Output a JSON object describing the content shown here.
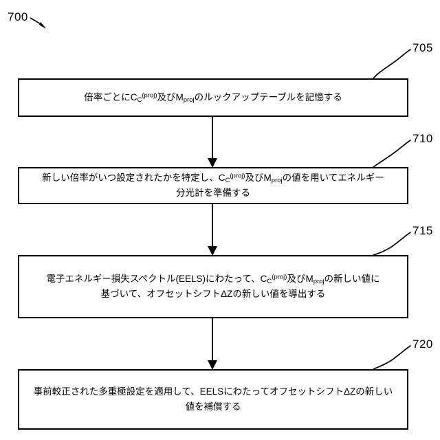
{
  "figure": {
    "number": "700",
    "type": "patent-flowchart",
    "language": "ja"
  },
  "steps": [
    {
      "ref": "705",
      "lines": [
        {
          "parts": [
            {
              "t": "text",
              "v": "倍率ごとにC"
            },
            {
              "t": "sub",
              "v": "C"
            },
            {
              "t": "sup",
              "v": "(proj)"
            },
            {
              "t": "text",
              "v": "及びM"
            },
            {
              "t": "sub",
              "v": "proj"
            },
            {
              "t": "text",
              "v": "のルックアップテーブルを記憶する"
            }
          ]
        }
      ],
      "plain": "倍率ごとにCC(proj)及びMprojのルックアップテーブルを記憶する"
    },
    {
      "ref": "710",
      "lines": [
        {
          "parts": [
            {
              "t": "text",
              "v": "新しい倍率がいつ設定されたかを特定し、C"
            },
            {
              "t": "sub",
              "v": "C"
            },
            {
              "t": "sup",
              "v": "(proj)"
            },
            {
              "t": "text",
              "v": "及びM"
            },
            {
              "t": "sub",
              "v": "proj"
            },
            {
              "t": "text",
              "v": "の値を用いてエネルギー"
            }
          ]
        },
        {
          "parts": [
            {
              "t": "text",
              "v": "分光計を準備する"
            }
          ]
        }
      ],
      "plain": "新しい倍率がいつ設定されたかを特定し、CC(proj)及びMprojの値を用いてエネルギー分光計を準備する"
    },
    {
      "ref": "715",
      "lines": [
        {
          "parts": [
            {
              "t": "text",
              "v": "電子エネルギー損失スペクトル(EELS)にわたって、C"
            },
            {
              "t": "sub",
              "v": "C"
            },
            {
              "t": "sup",
              "v": "(proj)"
            },
            {
              "t": "text",
              "v": "及びM"
            },
            {
              "t": "sub",
              "v": "proj"
            },
            {
              "t": "text",
              "v": "の新しい値に"
            }
          ]
        },
        {
          "parts": [
            {
              "t": "text",
              "v": "基づいて、オフセットシフトΔZの新しい値を導出する"
            }
          ]
        }
      ],
      "plain": "電子エネルギー損失スペクトル(EELS)にわたって、CC(proj)及びMprojの新しい値に基づいて、オフセットシフトΔZの新しい値を導出する"
    },
    {
      "ref": "720",
      "lines": [
        {
          "parts": [
            {
              "t": "text",
              "v": "事前較正された多重極設定を適用して、EELSにわたってオフセットシフトΔZの新しい"
            }
          ]
        },
        {
          "parts": [
            {
              "t": "text",
              "v": "値を補償する"
            }
          ]
        }
      ],
      "plain": "事前較正された多重極設定を適用して、EELSにわたってオフセットシフトΔZの新しい値を補償する"
    }
  ],
  "colors": {
    "line": "#000000",
    "background": "#ffffff",
    "text": "#000000"
  }
}
